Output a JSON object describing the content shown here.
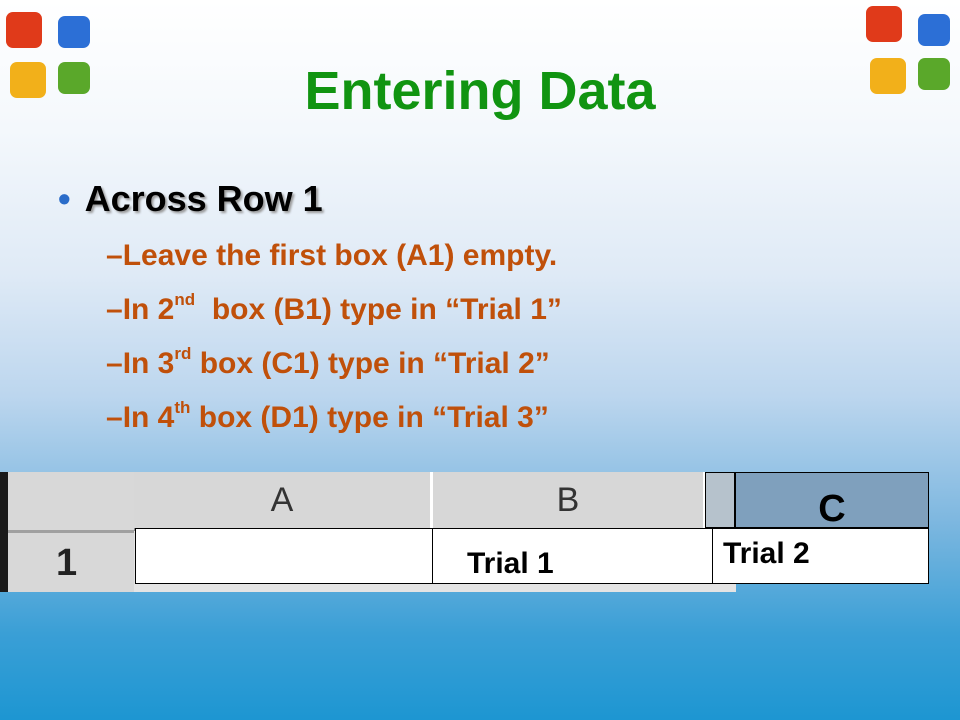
{
  "slide": {
    "title": "Entering Data",
    "bullet": "Across Row 1",
    "subpoints": [
      {
        "dash": "–",
        "pre": "Leave the first box (A1) empty.",
        "sup": "",
        "post": ""
      },
      {
        "dash": "–",
        "pre": "In 2",
        "sup": "nd",
        "post": "  box (B1) type in “Trial 1”"
      },
      {
        "dash": "–",
        "pre": "In 3",
        "sup": "rd",
        "post": " box (C1) type in “Trial 2”"
      },
      {
        "dash": "–",
        "pre": "In 4",
        "sup": "th",
        "post": " box (D1) type in “Trial 3”"
      }
    ]
  },
  "spreadsheet": {
    "column_headers": [
      "A",
      "B",
      "C"
    ],
    "row_header": "1",
    "cells": [
      "",
      "Trial 1",
      "Trial 2"
    ]
  },
  "colors": {
    "title": "#119411",
    "subpoints": "#c0500a",
    "bullet_dot": "#2a6cc9"
  },
  "icons": {
    "logo": "office-logo-icon"
  }
}
